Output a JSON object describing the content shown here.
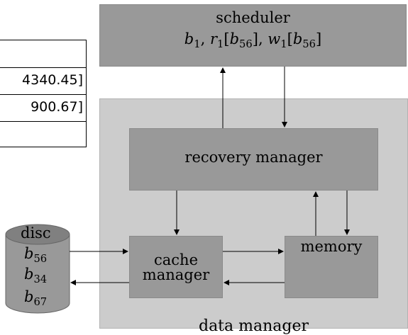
{
  "left_table": {
    "rows": [
      "",
      "4340.45]",
      "900.67]",
      ""
    ]
  },
  "scheduler": {
    "title": "scheduler",
    "ops": [
      {
        "base": "b",
        "sub": "1",
        "sep": ", "
      },
      {
        "base": "r",
        "sub": "1",
        "bracket_base": "b",
        "bracket_sub": "56",
        "sep": ", "
      },
      {
        "base": "w",
        "sub": "1",
        "bracket_base": "b",
        "bracket_sub": "56",
        "sep": ""
      }
    ]
  },
  "recovery_manager": {
    "label": "recovery manager"
  },
  "cache_manager": {
    "line1": "cache",
    "line2": "manager"
  },
  "memory": {
    "label": "memory"
  },
  "data_manager": {
    "label": "data manager"
  },
  "disc": {
    "label": "disc",
    "items": [
      {
        "base": "b",
        "sub": "56"
      },
      {
        "base": "b",
        "sub": "34"
      },
      {
        "base": "b",
        "sub": "67"
      }
    ]
  },
  "colors": {
    "dark_box": "#999999",
    "data_manager_bg": "#cccccc",
    "disc_fill": "#999999",
    "disc_top": "#808080"
  }
}
